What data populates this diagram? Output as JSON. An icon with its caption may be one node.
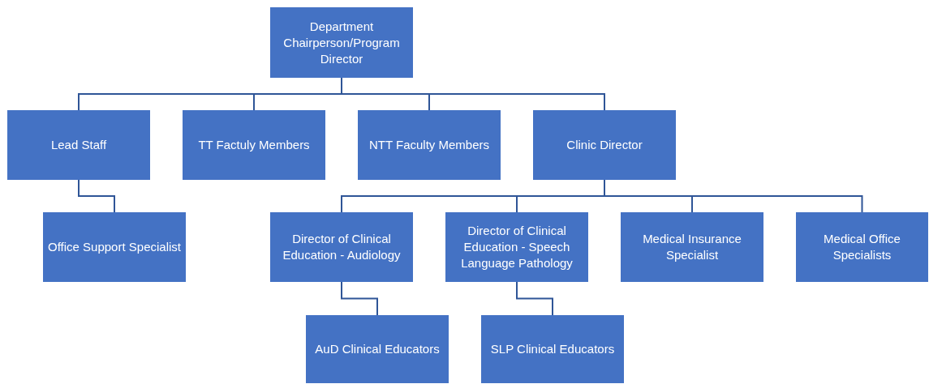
{
  "diagram": {
    "nodes": [
      {
        "text": [
          "Department Chairperson/Program Director"
        ]
      },
      {
        "text": [
          "Lead Staff"
        ]
      },
      {
        "text": [
          "TT Factuly Members"
        ]
      },
      {
        "text": [
          "NTT Faculty Members"
        ]
      },
      {
        "text": [
          "Clinic Director"
        ]
      },
      {
        "text": [
          "Office Support Specialist"
        ]
      },
      {
        "text": [
          "Director of Clinical Education - Audiology"
        ]
      },
      {
        "text": [
          "Director of Clinical Education - Speech Language Pathology"
        ]
      },
      {
        "text": [
          "Medical Insurance Specialist"
        ]
      },
      {
        "text": [
          "Medical Office Specialists"
        ]
      },
      {
        "text": [
          "AuD Clinical Educators"
        ]
      },
      {
        "text": [
          "SLP Clinical Educators"
        ]
      }
    ],
    "edges": [
      {
        "from": 0,
        "to": 1,
        "arrow": "none"
      },
      {
        "from": 0,
        "to": 2,
        "arrow": "none"
      },
      {
        "from": 0,
        "to": 3,
        "arrow": "none"
      },
      {
        "from": 0,
        "to": 4,
        "arrow": "none"
      },
      {
        "from": 1,
        "to": 5,
        "arrow": "none"
      },
      {
        "from": 4,
        "to": 6,
        "arrow": "none"
      },
      {
        "from": 4,
        "to": 7,
        "arrow": "none"
      },
      {
        "from": 4,
        "to": 8,
        "arrow": "none"
      },
      {
        "from": 4,
        "to": 9,
        "arrow": "none"
      },
      {
        "from": 6,
        "to": 10,
        "arrow": "none"
      },
      {
        "from": 7,
        "to": 11,
        "arrow": "none"
      }
    ]
  }
}
